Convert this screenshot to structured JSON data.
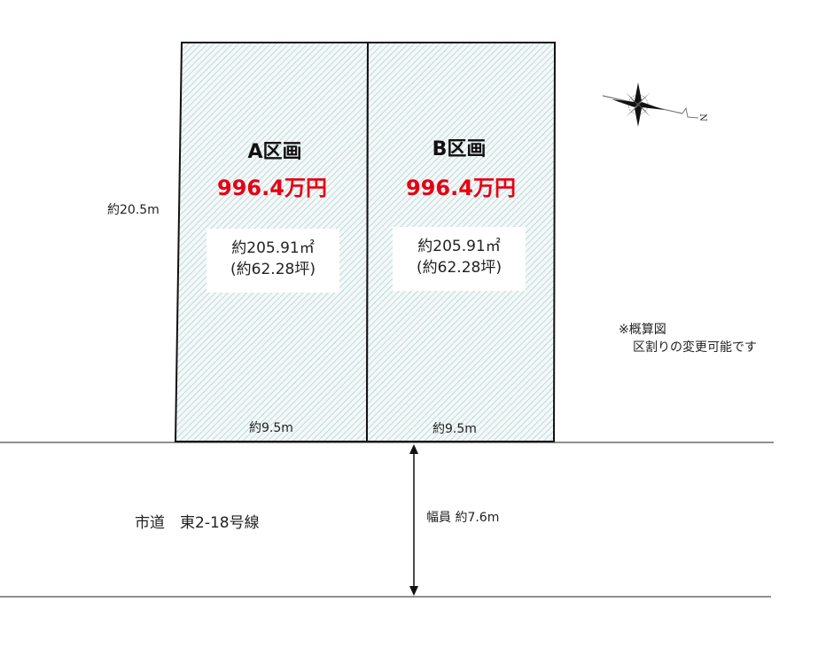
{
  "lots": [
    {
      "name": "A区画",
      "price": "996.4万円",
      "area_sqm": "約205.91㎡",
      "area_tsubo": "(約62.28坪)",
      "frontage": "約9.5m"
    },
    {
      "name": "B区画",
      "price": "996.4万円",
      "area_sqm": "約205.91㎡",
      "area_tsubo": "(約62.28坪)",
      "frontage": "約9.5m"
    }
  ],
  "depth": "約20.5m",
  "road": {
    "name": "市道　東2-18号線",
    "width": "幅員 約7.6m"
  },
  "note": {
    "line1": "※概算図",
    "line2": "区割りの変更可能です"
  },
  "compass": {
    "label": "N"
  },
  "colors": {
    "price": "#e60012",
    "hatch": "#9fc7c9"
  }
}
